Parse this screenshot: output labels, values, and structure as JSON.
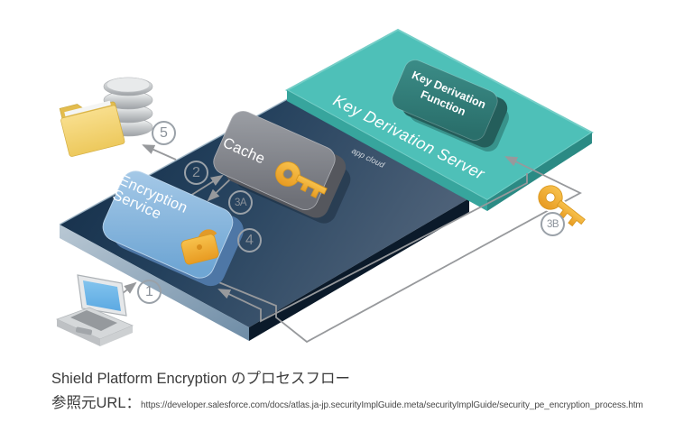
{
  "platforms": {
    "app_cloud": {
      "label": "app cloud"
    },
    "kds": {
      "label": "Key Derivation Server"
    }
  },
  "boxes": {
    "encryption_service": {
      "label": "Encryption Service"
    },
    "cache": {
      "label": "Cache"
    },
    "kdf": {
      "label": "Key Derivation Function"
    }
  },
  "steps": {
    "s1": "1",
    "s2": "2",
    "s3a": "3A",
    "s3b": "3B",
    "s4": "4",
    "s5": "5"
  },
  "icons": {
    "laptop": "laptop-icon",
    "database": "database-icon",
    "folder": "folder-icon",
    "cache_key": "key-icon",
    "derived_key": "key-icon",
    "padlock": "open-padlock-icon"
  },
  "colors": {
    "platform_navy": "#1A3552",
    "platform_teal": "#4EC0B8",
    "box_blue": "#7FB1D9",
    "box_gray": "#84868D",
    "box_dark_teal": "#337E7A",
    "gold": "#F2AE35",
    "line_gray": "#97999C",
    "step_gray": "#8B929A"
  },
  "caption": {
    "title": "Shield Platform Encryption のプロセスフロー",
    "reference_label": "参照元URL：",
    "reference_url": "https://developer.salesforce.com/docs/atlas.ja-jp.securityImplGuide.meta/securityImplGuide/security_pe_encryption_process.htm"
  }
}
